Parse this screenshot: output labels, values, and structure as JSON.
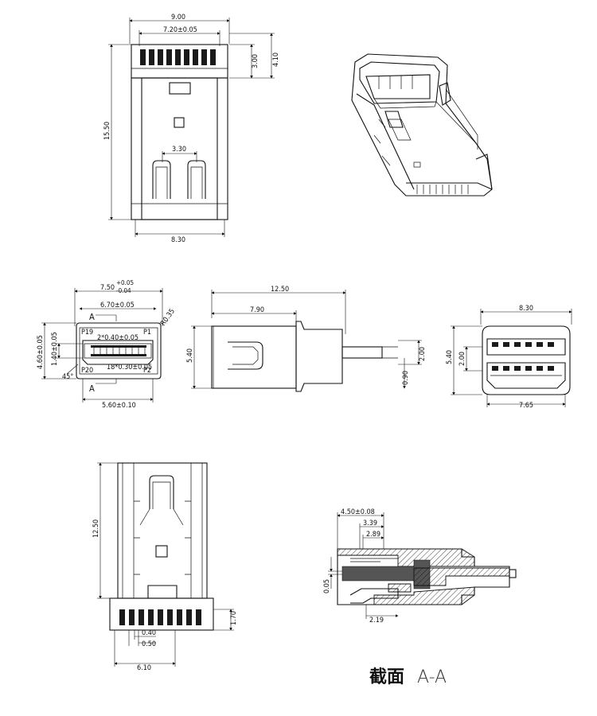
{
  "dims": {
    "top_width": "9.00",
    "top_pitch_span": "7.20±0.05",
    "top_height_a": "3.00",
    "top_height_b": "4.10",
    "top_length": "15.50",
    "top_contact_spacing": "3.30",
    "top_bottom_width": "8.30",
    "front_outer_width": "7.50",
    "front_outer_tol_plus": "+0.05",
    "front_outer_tol_minus": "-0.04",
    "front_inner_width": "6.70±0.05",
    "front_radius": "R0.35",
    "front_pitch": "2*0.40±0.05",
    "front_height": "4.60±0.05",
    "front_inner_height": "1.40±0.05",
    "front_pin_width": "18*0.30±0.05",
    "front_bottom_width": "5.60±0.10",
    "front_angle": "45°",
    "side_length": "12.50",
    "side_insert_length": "7.90",
    "side_height": "5.40",
    "side_tail_height": "2.00",
    "side_tail_thickness": "0.90",
    "rear_width": "8.30",
    "rear_height": "5.40",
    "rear_inner_height": "2.00",
    "rear_bottom_width": "7.65",
    "bottom_length": "12.50",
    "bottom_tail_length": "1.70",
    "bottom_pin_width": "0.40",
    "bottom_pitch": "0.50",
    "bottom_width": "6.10",
    "sec_width": "4.50±0.08",
    "sec_a": "3.39",
    "sec_b": "2.89",
    "sec_gap": "0.05",
    "sec_c": "2.19"
  },
  "labels": {
    "pin_p1": "P1",
    "pin_p19": "P19",
    "pin_p2": "P2",
    "pin_p20": "P20",
    "section_marker_top": "A",
    "section_marker_bottom": "A",
    "caption_cn": "截面",
    "caption_aa": "A-A"
  }
}
